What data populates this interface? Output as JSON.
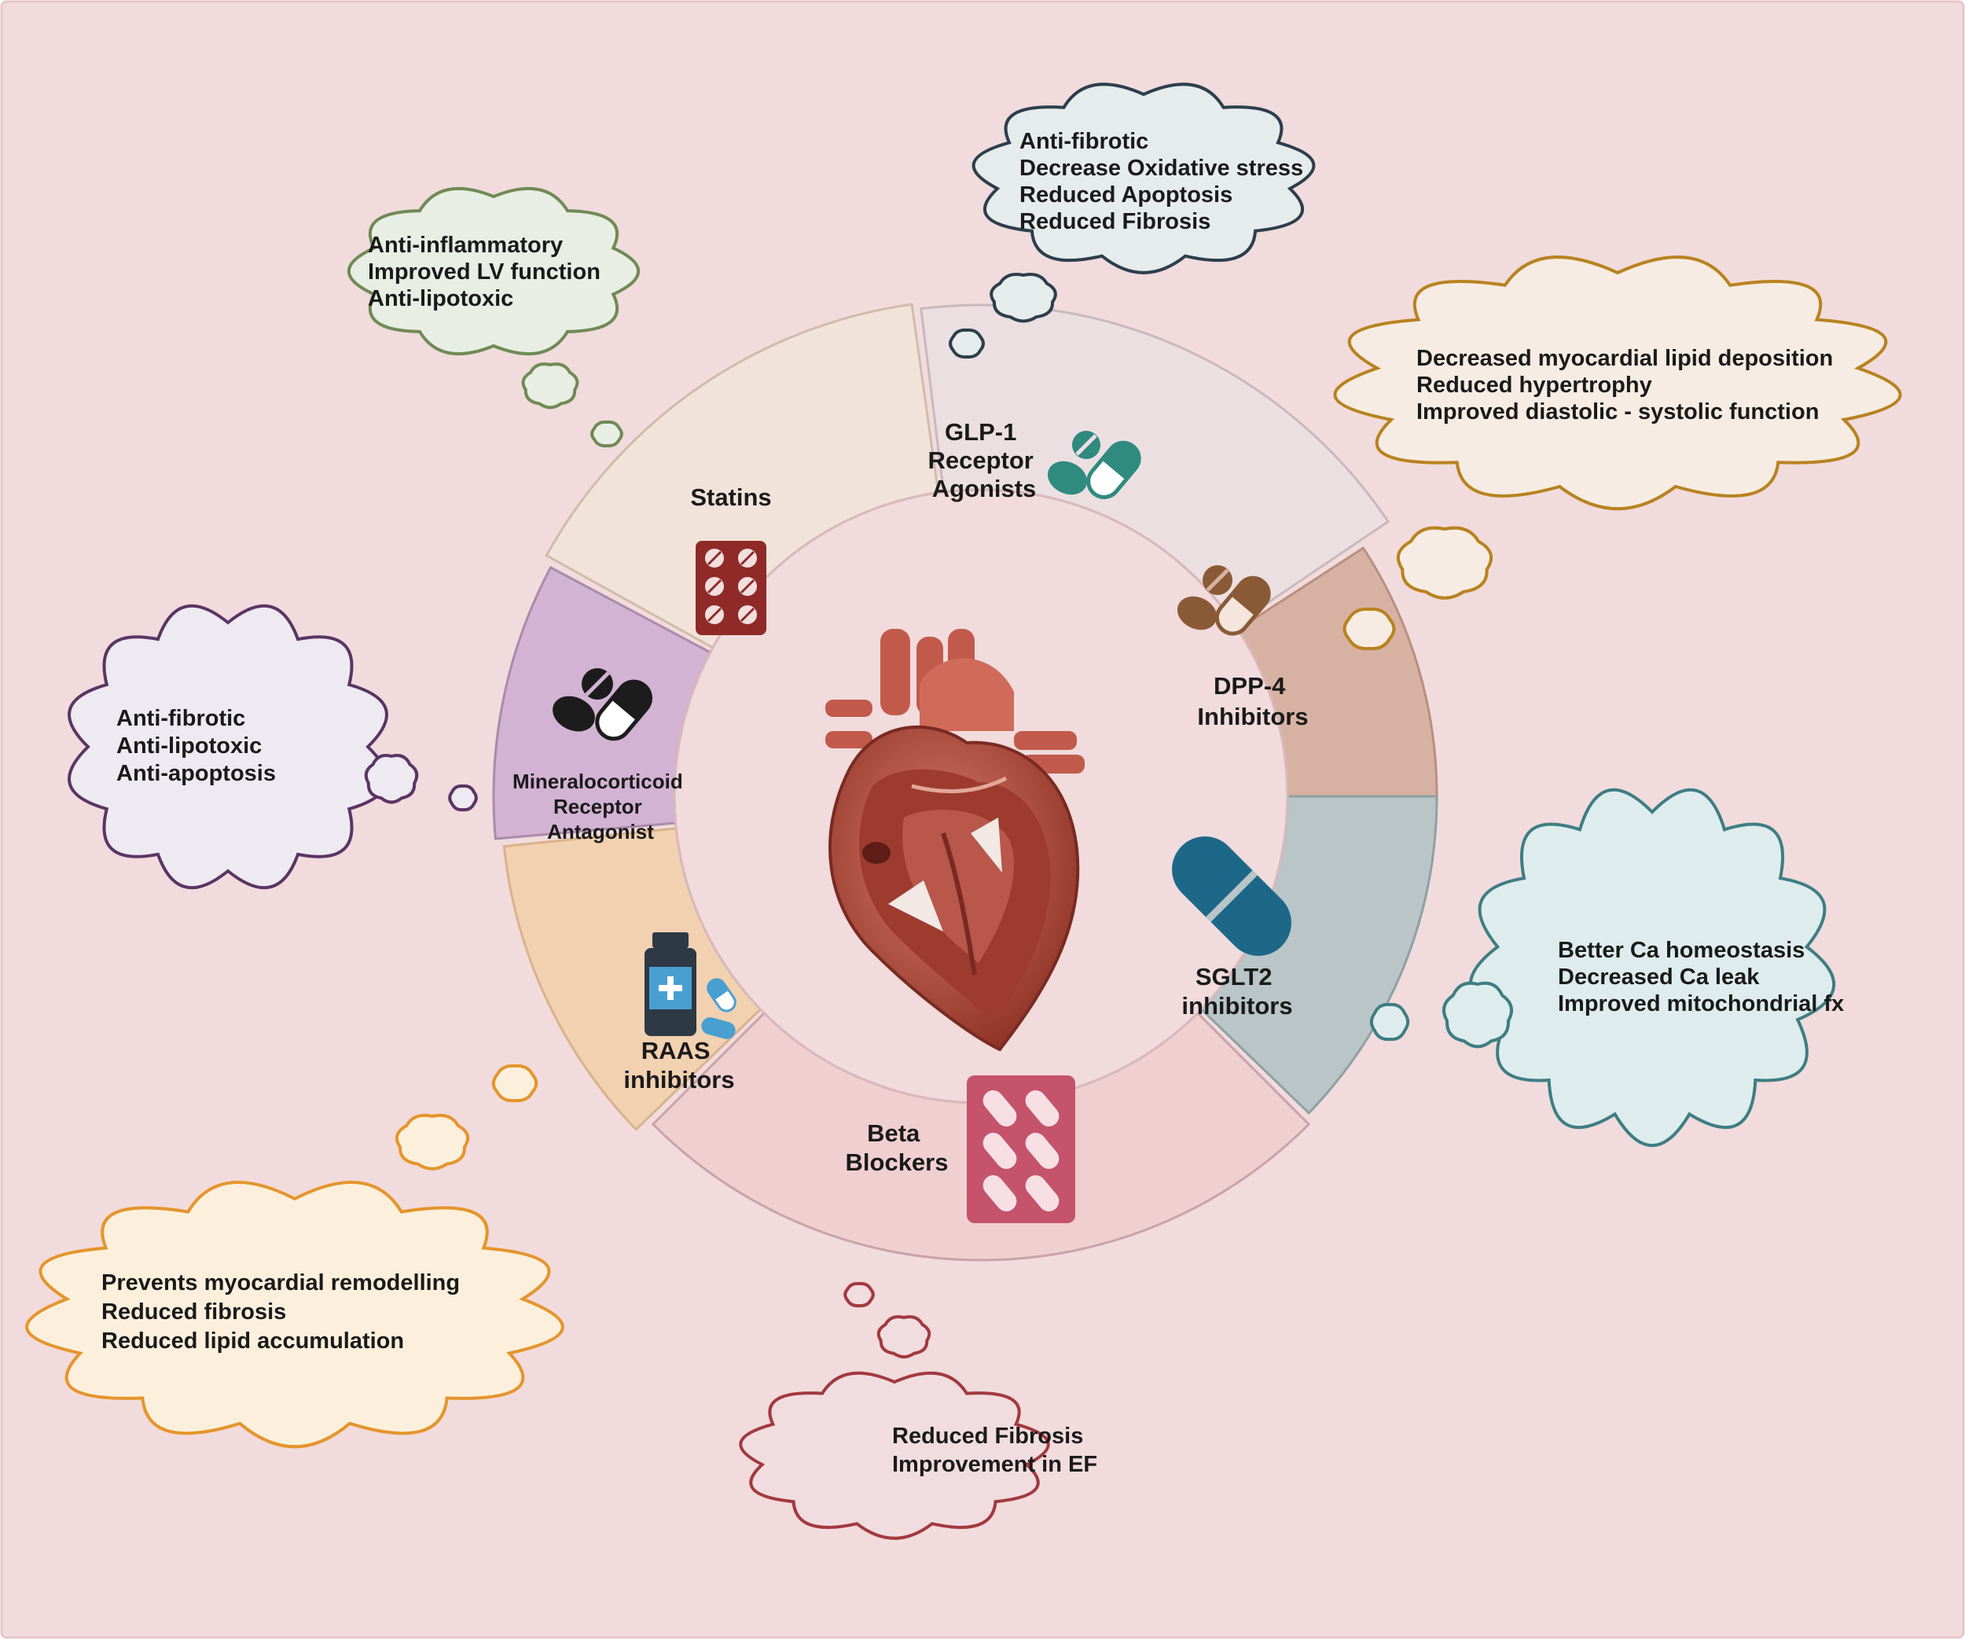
{
  "colors": {
    "background": "#f1dbdc",
    "statins": "#f2e3da",
    "glp1": "#ecdfe1",
    "dpp4": "#d7b2a3",
    "sglt2": "#b9c5c7",
    "beta": "#f0cfd1",
    "raas": "#f2d1b0",
    "mra": "#d3b3d4"
  },
  "segments": [
    {
      "id": "statins",
      "label_lines": [
        "Statins"
      ],
      "icon": "blister-pack-icon"
    },
    {
      "id": "glp1",
      "label_lines": [
        "GLP-1",
        "Receptor",
        "Agonists"
      ],
      "icon": "pill-capsule-icon"
    },
    {
      "id": "dpp4",
      "label_lines": [
        "DPP-4",
        "Inhibitors"
      ],
      "icon": "pill-capsule-icon"
    },
    {
      "id": "sglt2",
      "label_lines": [
        "SGLT2",
        "inhibitors"
      ],
      "icon": "capsule-icon"
    },
    {
      "id": "beta",
      "label_lines": [
        "Beta",
        "Blockers"
      ],
      "icon": "capsule-blister-pack-icon"
    },
    {
      "id": "raas",
      "label_lines": [
        "RAAS",
        "inhibitors"
      ],
      "icon": "medicine-bottle-icon"
    },
    {
      "id": "mra",
      "label_lines": [
        "Mineralocorticoid",
        "Receptor",
        "Antagonist"
      ],
      "icon": "pill-capsule-icon"
    }
  ],
  "center": {
    "icon": "heart-anatomy-icon"
  },
  "clouds": [
    {
      "id": "statins",
      "color": "#6f8a55",
      "fill": "#e8eee4",
      "lines": [
        "Anti-inflammatory",
        "Improved LV function",
        "Anti-lipotoxic"
      ]
    },
    {
      "id": "glp1",
      "color": "#2c3e4c",
      "fill": "#e6ebec",
      "lines": [
        "Anti-fibrotic",
        "Decrease Oxidative stress",
        "Reduced Apoptosis",
        "Reduced Fibrosis"
      ]
    },
    {
      "id": "dpp4",
      "color": "#b8821f",
      "fill": "#f7ece3",
      "lines": [
        "Decreased myocardial lipid deposition",
        "Reduced hypertrophy",
        "Improved diastolic -  systolic function"
      ]
    },
    {
      "id": "sglt2",
      "color": "#3d7d83",
      "fill": "#dfeced",
      "lines": [
        "Better Ca homeostasis",
        "Decreased Ca leak",
        "Improved mitochondrial fx"
      ]
    },
    {
      "id": "beta",
      "color": "#a2393f",
      "fill": "#f1dde0",
      "lines": [
        "Reduced Fibrosis",
        "Improvement in EF"
      ]
    },
    {
      "id": "raas",
      "color": "#e5952c",
      "fill": "#fcf0dd",
      "lines": [
        "Prevents myocardial remodelling",
        "Reduced fibrosis",
        "Reduced lipid accumulation"
      ]
    },
    {
      "id": "mra",
      "color": "#5a3464",
      "fill": "#eeeaf1",
      "lines": [
        "Anti-fibrotic",
        "Anti-lipotoxic",
        "Anti-apoptosis"
      ]
    }
  ]
}
